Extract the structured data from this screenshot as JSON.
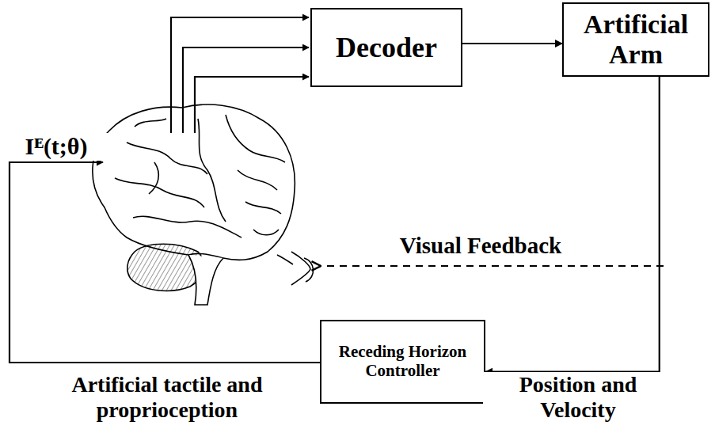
{
  "diagram": {
    "nodes": [
      {
        "text": [
          "Decoder"
        ]
      },
      {
        "text": [
          "Artificial Arm"
        ]
      },
      {
        "text": [
          "Receding Horizon Controller"
        ]
      }
    ],
    "edges": [
      {
        "from": 0,
        "to": 1,
        "arrow": "to"
      },
      {
        "from": 1,
        "to": 2,
        "label": "Position and Velocity",
        "arrow": "to"
      }
    ],
    "labels": [
      "Iᴱ(t;θ)",
      "Visual Feedback",
      "Artificial tactile and proprioception"
    ]
  }
}
